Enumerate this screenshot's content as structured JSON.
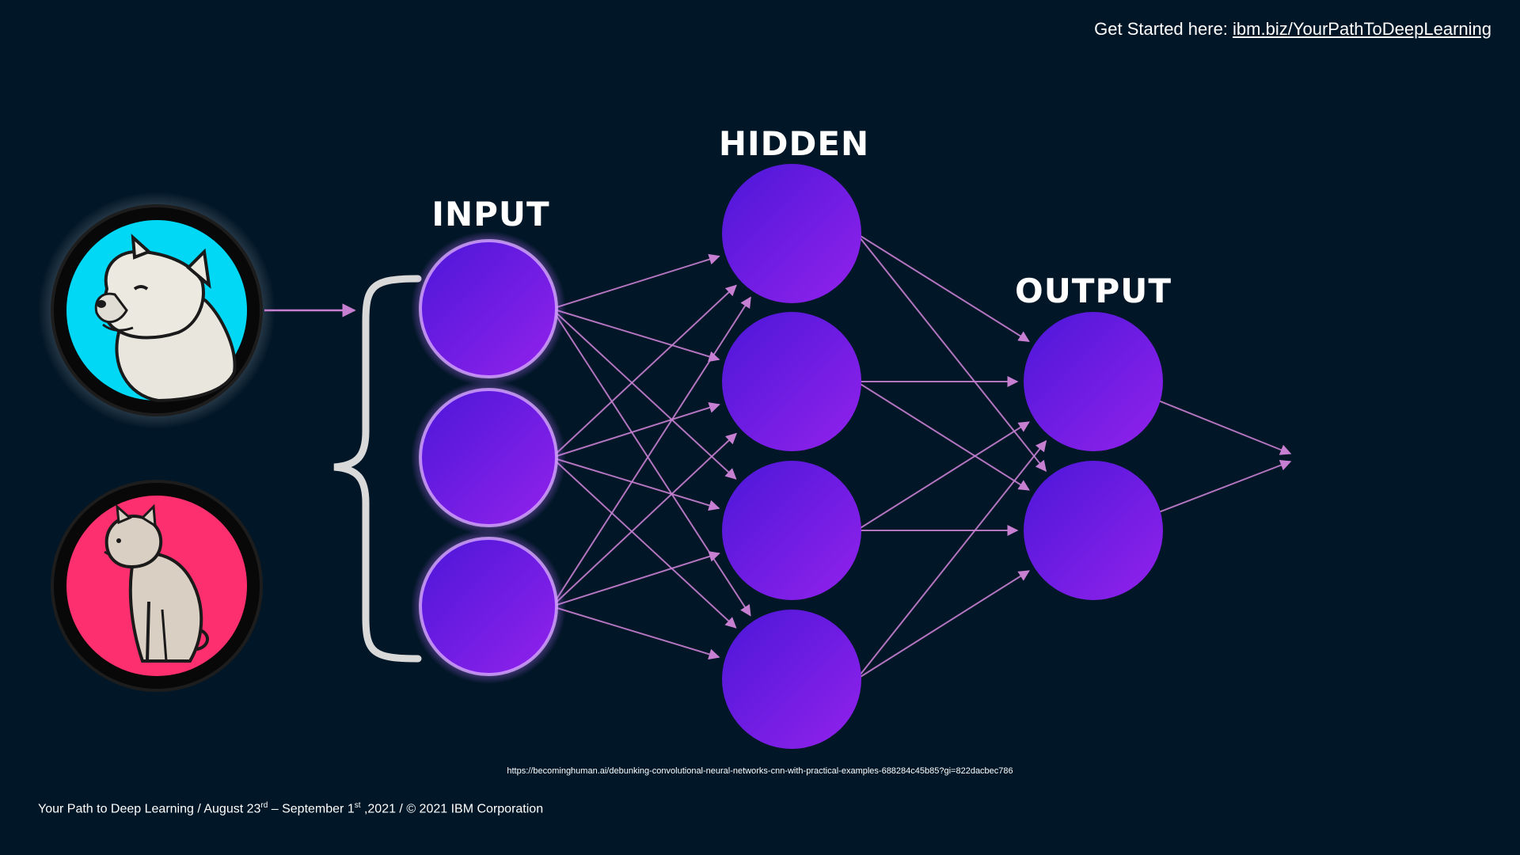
{
  "header": {
    "prefix": "Get Started here: ",
    "link_text": "ibm.biz/YourPathToDeepLearning"
  },
  "diagram": {
    "layers": {
      "input": {
        "title": "INPUT",
        "nodes": 3
      },
      "hidden": {
        "title": "HIDDEN",
        "nodes": 4
      },
      "output": {
        "title": "OUTPUT",
        "nodes": 2
      }
    },
    "examples": [
      {
        "name": "dog",
        "background": "#00d8f5"
      },
      {
        "name": "cat",
        "background": "#fe2f6e"
      }
    ],
    "colors": {
      "node_dark": "#4b17d8",
      "node_light": "#9322ec",
      "glow": "#d7a8ff",
      "arrow": "#c77fd2",
      "brace": "#d9d9d9",
      "background": "#011627"
    }
  },
  "source_url": "https://becominghuman.ai/debunking-convolutional-neural-networks-cnn-with-practical-examples-688284c45b85?gi=822dacbec786",
  "footer": {
    "part1": "Your Path to Deep Learning / August 23",
    "sup1": "rd",
    "part2": " – September 1",
    "sup2": "st",
    "part3": " ,2021 / © 2021 IBM Corporation"
  }
}
